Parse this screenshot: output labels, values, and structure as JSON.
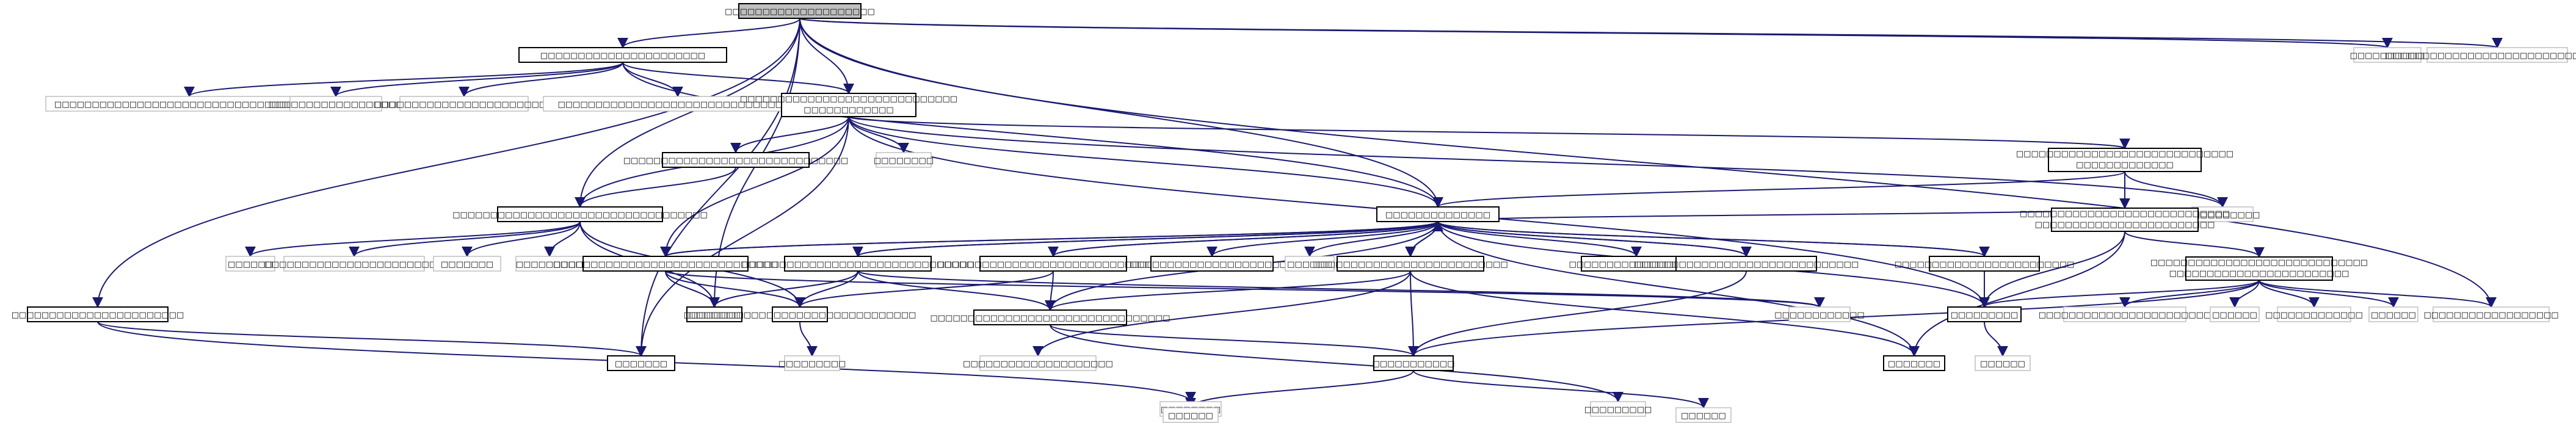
{
  "colors": {
    "edge": "#191970",
    "node_border": "#000000",
    "leaf_border": "#bfbfbf",
    "root_fill": "#bfbfbf",
    "background": "#ffffff"
  },
  "nodes": [
    {
      "id": "n0",
      "label": "□□□□□□□□□□□□□□□□□□□□",
      "kind": "root",
      "interactable": true
    },
    {
      "id": "n1",
      "label": "□□□□□□□□□□□□□□□□□□□□□□",
      "kind": "normal",
      "interactable": true
    },
    {
      "id": "n2",
      "label": "□□□□□□□□□□",
      "kind": "leaf",
      "interactable": false
    },
    {
      "id": "n3",
      "label": "□□□□□□□□□□□□□□□□□□□□□□□□□□□□□□",
      "kind": "leaf",
      "interactable": false
    },
    {
      "id": "n4",
      "label": "□□□□□□□□□□□□□□□□□□□□□□□□□□□□□□□□□□□□",
      "kind": "leaf",
      "interactable": false
    },
    {
      "id": "n5",
      "label": "□□□□□□□□□□□□□□□□□□",
      "kind": "leaf",
      "interactable": false
    },
    {
      "id": "n6",
      "label": "□□□□□□□□□□□□□□□□□□□□□□□□",
      "kind": "leaf",
      "interactable": false
    },
    {
      "id": "n7",
      "label": "□□□□□□□□□□□□□□□□□□□□□□□□□□□□□□□□",
      "kind": "leaf",
      "interactable": false
    },
    {
      "id": "n8",
      "label": "□□□□□□□□□□□□□□□□□□□□□□□□□□□□□",
      "label2": "□□□□□□□□□□□□",
      "kind": "normal",
      "interactable": true
    },
    {
      "id": "n9",
      "label": "□□□□□□□□",
      "kind": "leaf",
      "interactable": false
    },
    {
      "id": "n10",
      "label": "□□□□□□□□□□□□□□□□□□□□□□□□□□□□□□",
      "kind": "normal",
      "interactable": true
    },
    {
      "id": "n11",
      "label": "□□□□□□□□□□□□□□□□□□□□□□□□□□□□□",
      "label2": "□□□□□□□□□□□□□",
      "kind": "normal",
      "interactable": true
    },
    {
      "id": "n12",
      "label": "□□□□□□□□□□",
      "kind": "leaf",
      "interactable": false
    },
    {
      "id": "n13",
      "label": "□□□□□□□□□□□□□□",
      "kind": "normal",
      "interactable": true
    },
    {
      "id": "n14",
      "label": "□□□□□□□□□□□□□□□□□□□□□□□□□□□□□□□□□□",
      "kind": "normal",
      "interactable": true
    },
    {
      "id": "n15",
      "label": "□□□□□□□□□□□□□□□□□□□□□□□□□□□□",
      "label2": "□□□□□□□□□□□□□□□□□□□□□□□□",
      "kind": "normal",
      "interactable": true
    },
    {
      "id": "n16",
      "label": "□□□□□□",
      "kind": "leaf",
      "interactable": false
    },
    {
      "id": "n17",
      "label": "□□□□□□□□□□□□□□□□□□□□□□□□",
      "kind": "leaf",
      "interactable": false
    },
    {
      "id": "n18",
      "label": "□□□□□□□",
      "kind": "leaf",
      "interactable": false
    },
    {
      "id": "n19",
      "label": "□□□□□□□□□",
      "kind": "leaf",
      "interactable": false
    },
    {
      "id": "n20",
      "label": "□□□□□□□□□□□□□□□□□□□□□□□□□□□□□□",
      "kind": "normal",
      "interactable": true
    },
    {
      "id": "n21",
      "label": "□□□□□□□□□□□□□□□□□□□□□□□□□□□□□□□",
      "kind": "normal",
      "interactable": true
    },
    {
      "id": "n22",
      "label": "□□□□□□□□□□□□□□□□□□□□□□□□□□□□□□□",
      "kind": "normal",
      "interactable": true
    },
    {
      "id": "n23",
      "label": "□□□□□□□□□□□□□□□□□□□□□□",
      "kind": "normal",
      "interactable": true
    },
    {
      "id": "n24",
      "label": "□□□□□□",
      "kind": "leaf",
      "interactable": false
    },
    {
      "id": "n25",
      "label": "□□□□□□□□□□□□□□□□□□□□□□□□□□",
      "kind": "normal",
      "interactable": true
    },
    {
      "id": "n26",
      "label": "□□□□□□□□□□□□□□□□□□",
      "kind": "normal",
      "interactable": true
    },
    {
      "id": "n27",
      "label": "□□□□□□□□□□□□□□□□□□□□□□□□□□□□□□",
      "kind": "normal",
      "interactable": true
    },
    {
      "id": "n28",
      "label": "□□□□□□□□□□□□□□□□□□□□□□□□",
      "kind": "normal",
      "interactable": true
    },
    {
      "id": "n29",
      "label": "□□□□□□□□□",
      "kind": "normal",
      "interactable": true
    },
    {
      "id": "n30",
      "label": "□□□□□□□□□□□□□□□□□□□□□□□□□□□□□",
      "label2": "□□□□□□□□□□□□□□□□□□□□□□□□",
      "kind": "normal",
      "interactable": true
    },
    {
      "id": "n31",
      "label": "□□□□□□□□□□□□□□□□□□□□□□□",
      "kind": "leaf",
      "interactable": false
    },
    {
      "id": "n32",
      "label": "□□□□□□",
      "kind": "leaf",
      "interactable": false
    },
    {
      "id": "n33",
      "label": "□□□□□□□□□□□□□",
      "kind": "leaf",
      "interactable": false
    },
    {
      "id": "n34",
      "label": "□□□□□□",
      "kind": "leaf",
      "interactable": false
    },
    {
      "id": "n35",
      "label": "□□□□□□□□□□□□□□□□□□",
      "kind": "leaf",
      "interactable": false
    },
    {
      "id": "n36",
      "label": "□□□□□□□□□□□□□□□□□□□□□□□",
      "kind": "normal",
      "interactable": true
    },
    {
      "id": "n37",
      "label": "□□□□□□□",
      "kind": "normal",
      "interactable": true
    },
    {
      "id": "n38",
      "label": "□□□□□□□",
      "kind": "normal",
      "interactable": true
    },
    {
      "id": "n39",
      "label": "□□□□□□□□□□□□□□□□□□□□□□□□□□□□□□□",
      "kind": "normal",
      "interactable": true
    },
    {
      "id": "n40",
      "label": "□□□□□□□□□□□□",
      "kind": "leaf",
      "interactable": false
    },
    {
      "id": "n41",
      "label": "□□□□□□□□",
      "kind": "leaf",
      "interactable": false
    },
    {
      "id": "n42",
      "label": "□□□□□□□□□□□□□□□□□□□□□□□□□□□□□□□□",
      "kind": "normal",
      "interactable": true
    },
    {
      "id": "n43",
      "label": "□□□□□□□□□□□",
      "kind": "normal",
      "interactable": true
    },
    {
      "id": "n44",
      "label": "□□□□□□□□□□□□□□□□□□□□",
      "kind": "leaf",
      "interactable": false
    },
    {
      "id": "n45",
      "label": "□□□□□□□",
      "kind": "normal",
      "interactable": true
    },
    {
      "id": "n46",
      "label": "□□□□□□",
      "kind": "leaf",
      "interactable": false
    },
    {
      "id": "n47",
      "label": "□□□□□□□□□",
      "kind": "leaf",
      "interactable": false
    },
    {
      "id": "n48",
      "label": "□□□□□□",
      "kind": "leaf",
      "interactable": false
    },
    {
      "id": "n49",
      "label": "□□□□□□",
      "kind": "leaf",
      "interactable": false
    },
    {
      "id": "n50",
      "label": "□□□□□□□□□",
      "kind": "leaf",
      "interactable": false
    }
  ],
  "edges": [
    [
      "n0",
      "n1"
    ],
    [
      "n0",
      "n8"
    ],
    [
      "n0",
      "n14"
    ],
    [
      "n0",
      "n2"
    ],
    [
      "n0",
      "n3"
    ],
    [
      "n0",
      "n36"
    ],
    [
      "n0",
      "n37"
    ],
    [
      "n0",
      "n38"
    ],
    [
      "n0",
      "n35"
    ],
    [
      "n0",
      "n13"
    ],
    [
      "n1",
      "n4"
    ],
    [
      "n1",
      "n5"
    ],
    [
      "n1",
      "n6"
    ],
    [
      "n1",
      "n7"
    ],
    [
      "n1",
      "n8"
    ],
    [
      "n1",
      "n13"
    ],
    [
      "n8",
      "n9"
    ],
    [
      "n8",
      "n10"
    ],
    [
      "n8",
      "n14"
    ],
    [
      "n8",
      "n11"
    ],
    [
      "n8",
      "n12"
    ],
    [
      "n8",
      "n13"
    ],
    [
      "n8",
      "n20"
    ],
    [
      "n8",
      "n37"
    ],
    [
      "n8",
      "n29"
    ],
    [
      "n10",
      "n14"
    ],
    [
      "n11",
      "n12"
    ],
    [
      "n11",
      "n13"
    ],
    [
      "n11",
      "n15"
    ],
    [
      "n14",
      "n16"
    ],
    [
      "n14",
      "n17"
    ],
    [
      "n14",
      "n18"
    ],
    [
      "n14",
      "n19"
    ],
    [
      "n14",
      "n38"
    ],
    [
      "n14",
      "n39"
    ],
    [
      "n13",
      "n20"
    ],
    [
      "n13",
      "n21"
    ],
    [
      "n13",
      "n22"
    ],
    [
      "n13",
      "n23"
    ],
    [
      "n13",
      "n24"
    ],
    [
      "n13",
      "n25"
    ],
    [
      "n13",
      "n26"
    ],
    [
      "n13",
      "n27"
    ],
    [
      "n13",
      "n28"
    ],
    [
      "n13",
      "n29"
    ],
    [
      "n13",
      "n45"
    ],
    [
      "n20",
      "n38"
    ],
    [
      "n20",
      "n39"
    ],
    [
      "n20",
      "n40"
    ],
    [
      "n20",
      "n13"
    ],
    [
      "n21",
      "n39"
    ],
    [
      "n21",
      "n40"
    ],
    [
      "n21",
      "n42"
    ],
    [
      "n21",
      "n13"
    ],
    [
      "n21",
      "n38"
    ],
    [
      "n22",
      "n42"
    ],
    [
      "n22",
      "n39"
    ],
    [
      "n22",
      "n13"
    ],
    [
      "n25",
      "n42"
    ],
    [
      "n25",
      "n43"
    ],
    [
      "n25",
      "n44"
    ],
    [
      "n25",
      "n45"
    ],
    [
      "n25",
      "n13"
    ],
    [
      "n27",
      "n43"
    ],
    [
      "n27",
      "n13"
    ],
    [
      "n28",
      "n29"
    ],
    [
      "n28",
      "n13"
    ],
    [
      "n15",
      "n29"
    ],
    [
      "n15",
      "n45"
    ],
    [
      "n15",
      "n30"
    ],
    [
      "n15",
      "n13"
    ],
    [
      "n30",
      "n29"
    ],
    [
      "n30",
      "n31"
    ],
    [
      "n30",
      "n32"
    ],
    [
      "n30",
      "n33"
    ],
    [
      "n30",
      "n34"
    ],
    [
      "n30",
      "n35"
    ],
    [
      "n30",
      "n43"
    ],
    [
      "n29",
      "n46"
    ],
    [
      "n36",
      "n37"
    ],
    [
      "n36",
      "n41"
    ],
    [
      "n42",
      "n43"
    ],
    [
      "n42",
      "n47"
    ],
    [
      "n42",
      "n13"
    ],
    [
      "n43",
      "n48"
    ],
    [
      "n43",
      "n49"
    ],
    [
      "n39",
      "n50"
    ]
  ]
}
